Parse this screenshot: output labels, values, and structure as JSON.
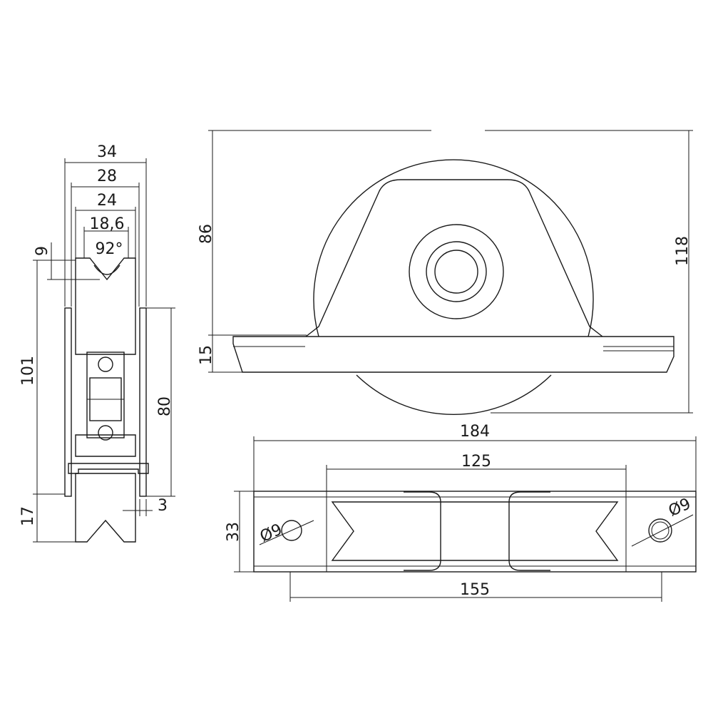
{
  "side_view": {
    "width_34": "34",
    "width_28": "28",
    "width_24": "24",
    "width_18_6": "18,6",
    "angle_92": "92°",
    "groove_9": "9",
    "height_101": "101",
    "height_80": "80",
    "height_17": "17",
    "offset_3": "3"
  },
  "front_view": {
    "height_86": "86",
    "height_118": "118",
    "height_15": "15"
  },
  "top_view": {
    "length_184": "184",
    "length_125": "125",
    "length_155": "155",
    "width_33": "33",
    "hole_left": "Ø9",
    "hole_right": "Ø9"
  },
  "colors": {
    "line": "#1a1a1a",
    "hatch": "#555555",
    "background": "#ffffff"
  }
}
